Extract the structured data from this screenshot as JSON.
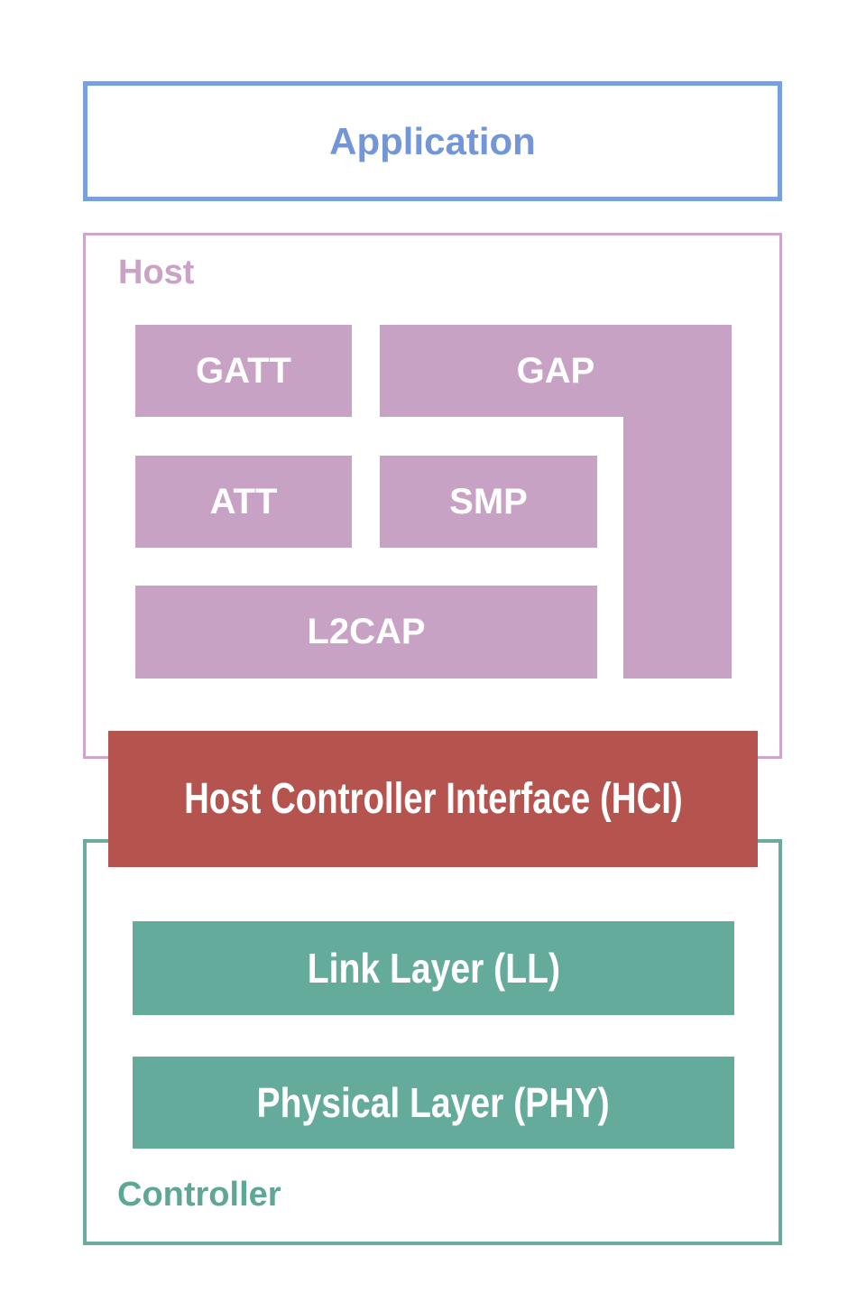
{
  "application": {
    "label": "Application"
  },
  "host": {
    "label": "Host",
    "blocks": {
      "gatt": "GATT",
      "gap": "GAP",
      "att": "ATT",
      "smp": "SMP",
      "l2cap": "L2CAP"
    }
  },
  "hci": {
    "label": "Host Controller Interface (HCI)"
  },
  "controller": {
    "label": "Controller",
    "blocks": {
      "link_layer": "Link Layer (LL)",
      "physical_layer": "Physical Layer (PHY)"
    }
  },
  "colors": {
    "application_border": "#7aa0dc",
    "application_text": "#7396d9",
    "host_border": "#cda7cb",
    "host_text": "#c9a2c6",
    "host_block_fill": "#c8a2c5",
    "hci_fill": "#b5534f",
    "controller_border": "#6aab9d",
    "controller_text": "#5ea695",
    "controller_block_fill": "#64ab9b",
    "block_text": "#ffffff"
  }
}
